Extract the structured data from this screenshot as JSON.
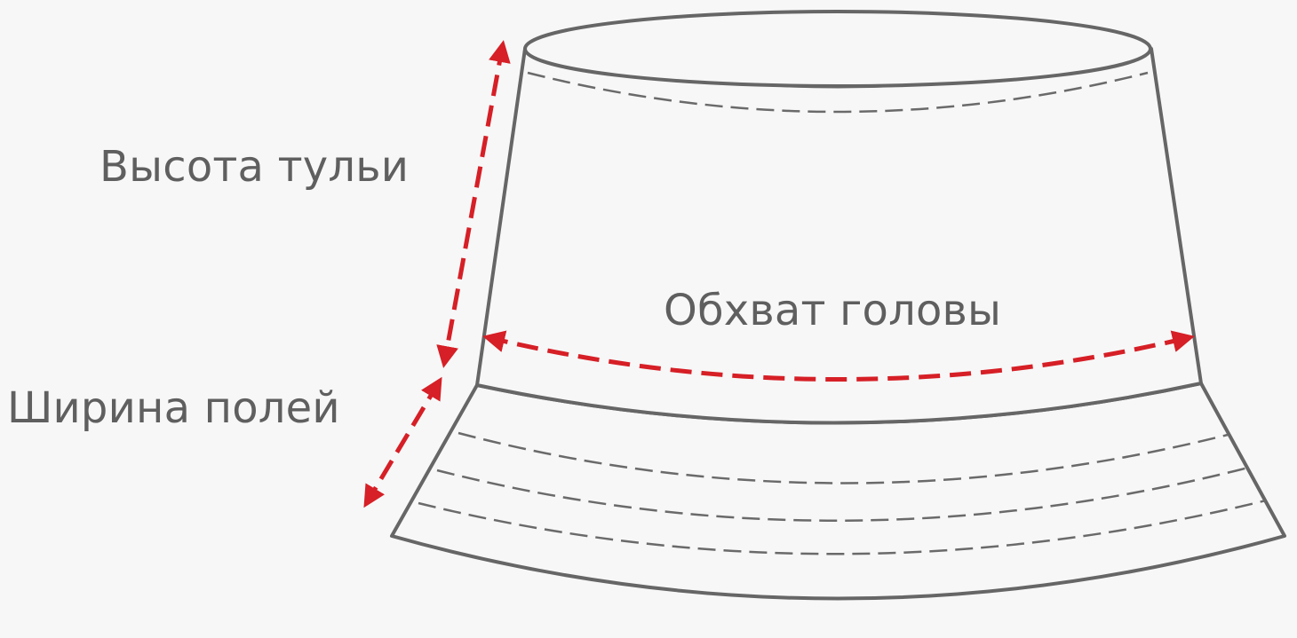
{
  "labels": {
    "crown_height": "Высота тульи",
    "head_circumference": "Обхват головы",
    "brim_width": "Ширина полей"
  },
  "colors": {
    "background": "#f7f7f7",
    "outline": "#666666",
    "measure": "#d61f26",
    "text": "#5f5f5f"
  }
}
